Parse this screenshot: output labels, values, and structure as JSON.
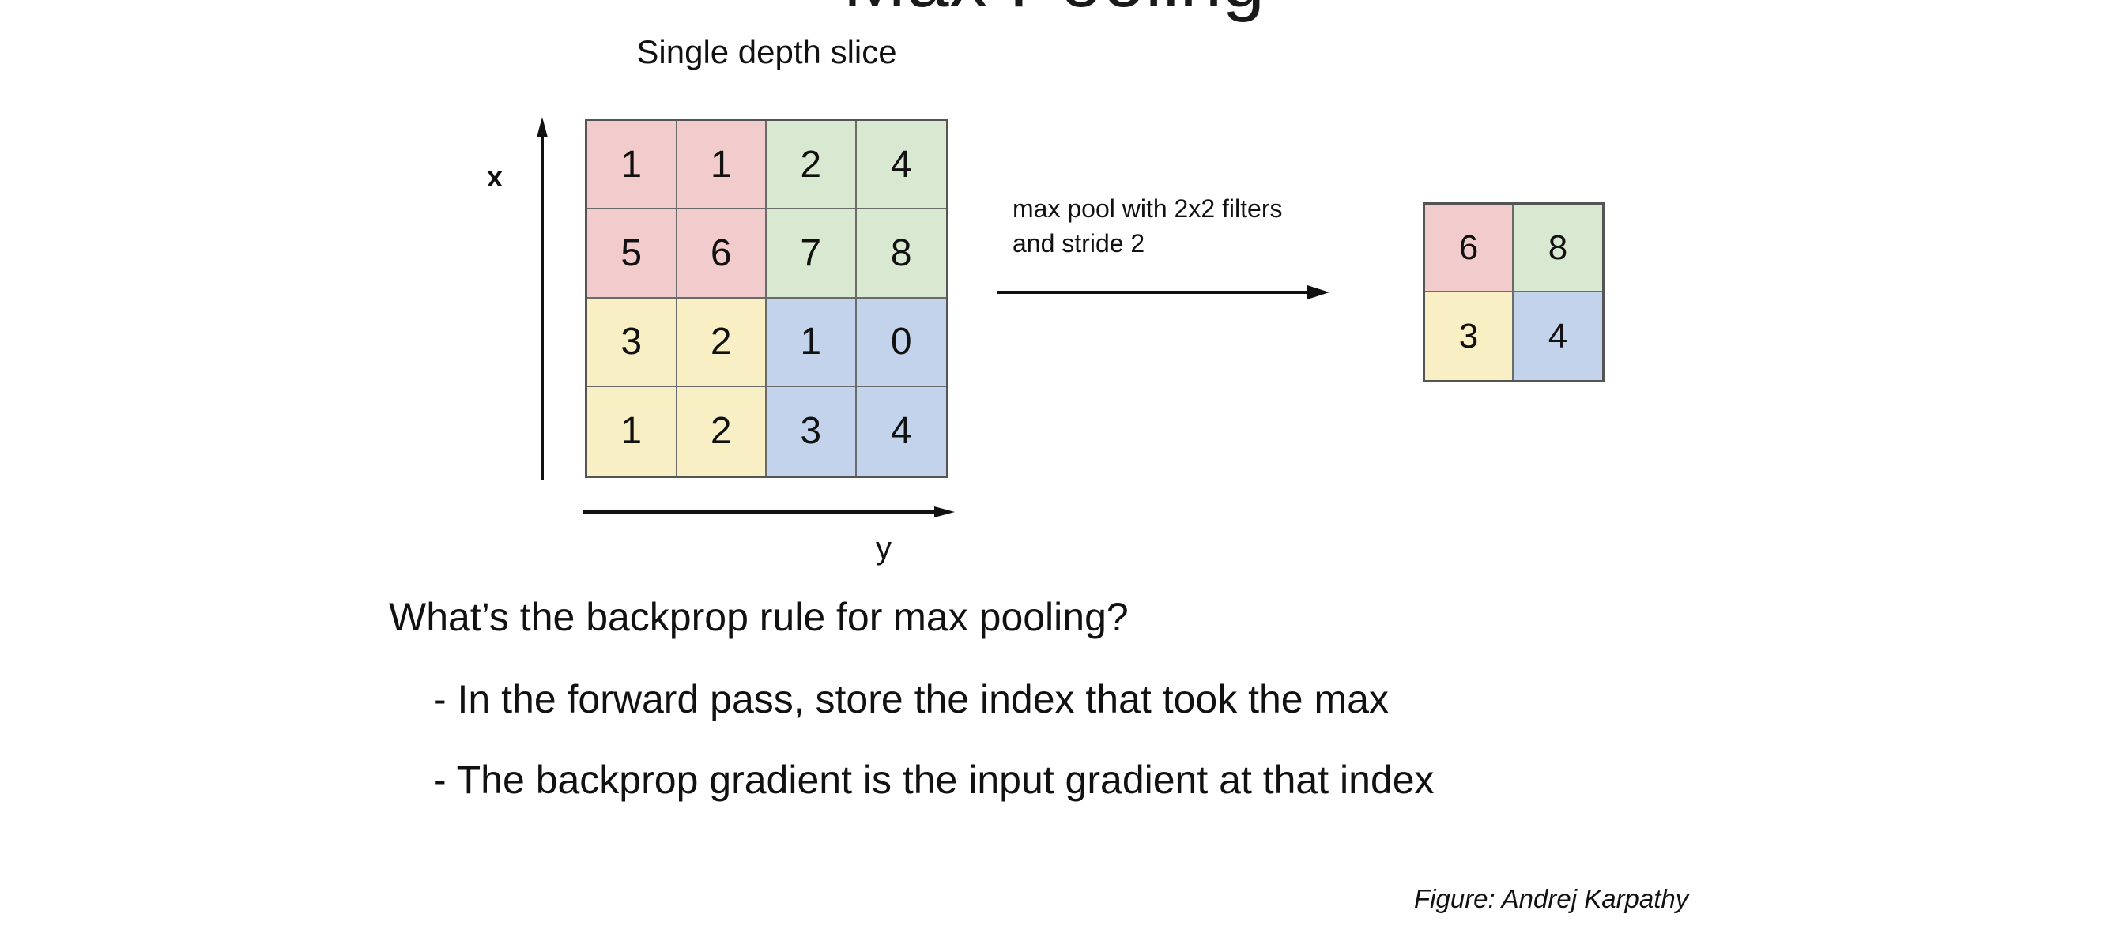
{
  "slide": {
    "title": "Max Pooling",
    "credit": "Figure: Andrej Karpathy"
  },
  "figure": {
    "slice_label": "Single depth slice",
    "axis_x_label": "x",
    "axis_y_label": "y",
    "annotation_line_1": "max pool with 2x2 filters",
    "annotation_line_2": "and stride 2",
    "arrow_icon": "right-arrow-icon",
    "x_axis_icon": "up-arrow-icon",
    "y_axis_icon": "right-arrow-icon"
  },
  "colors": {
    "pink": "#F2CCCC",
    "green": "#D9E8D0",
    "yellow": "#F8EFC5",
    "blue": "#C3D3EC",
    "grid_border": "#6B6B6B",
    "outer_border": "#555555",
    "text": "#111111",
    "background": "#FFFFFF"
  },
  "chart_data": {
    "type": "table",
    "title": "Max Pooling",
    "subtitle": "Single depth slice",
    "xlabel": "y",
    "ylabel": "x",
    "operation": "max pool with 2x2 filters and stride 2",
    "input": {
      "rows": 4,
      "cols": 4,
      "values": [
        [
          1,
          1,
          2,
          4
        ],
        [
          5,
          6,
          7,
          8
        ],
        [
          3,
          2,
          1,
          0
        ],
        [
          1,
          2,
          3,
          4
        ]
      ],
      "cell_colors": [
        [
          "#F2CCCC",
          "#F2CCCC",
          "#D9E8D0",
          "#D9E8D0"
        ],
        [
          "#F2CCCC",
          "#F2CCCC",
          "#D9E8D0",
          "#D9E8D0"
        ],
        [
          "#F8EFC5",
          "#F8EFC5",
          "#C3D3EC",
          "#C3D3EC"
        ],
        [
          "#F8EFC5",
          "#F8EFC5",
          "#C3D3EC",
          "#C3D3EC"
        ]
      ]
    },
    "output": {
      "rows": 2,
      "cols": 2,
      "values": [
        [
          6,
          8
        ],
        [
          3,
          4
        ]
      ],
      "cell_colors": [
        [
          "#F2CCCC",
          "#D9E8D0"
        ],
        [
          "#F8EFC5",
          "#C3D3EC"
        ]
      ]
    }
  },
  "body": {
    "question": "What’s the backprop rule for max pooling?",
    "bullets": [
      "- In the forward pass, store the index that took the max",
      "- The backprop gradient is the input gradient at that index"
    ]
  }
}
